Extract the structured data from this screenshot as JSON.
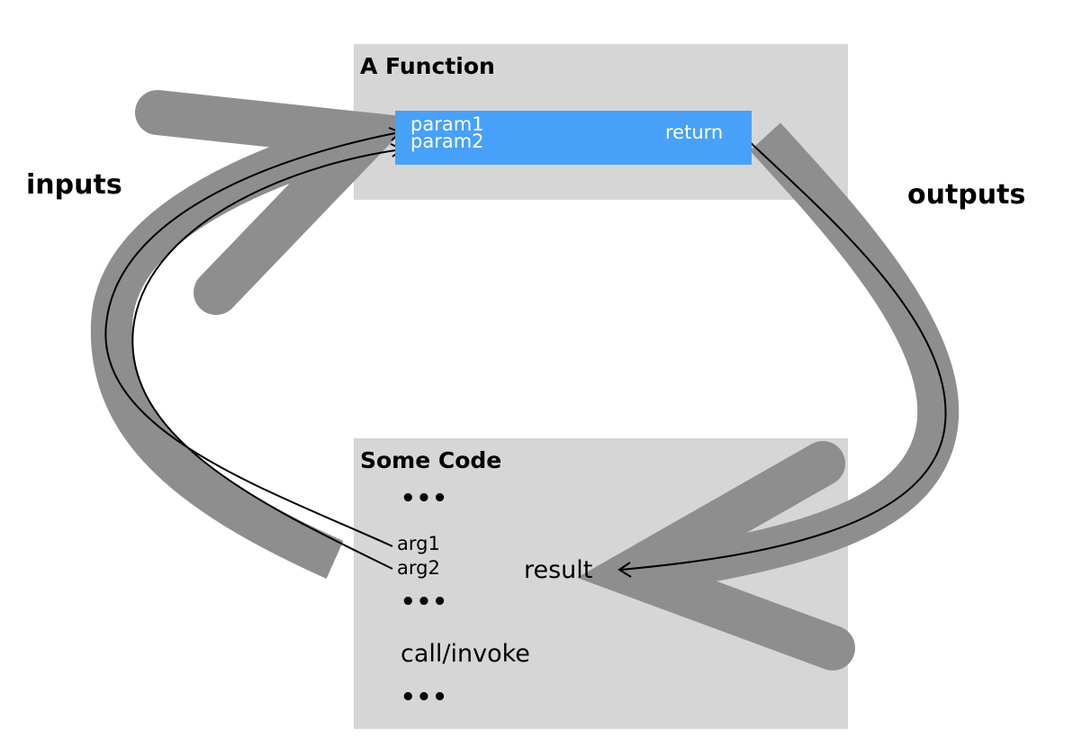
{
  "function_box": {
    "title": "A Function",
    "params": [
      "param1",
      "param2"
    ],
    "return_label": "return"
  },
  "code_box": {
    "title": "Some Code",
    "lines": {
      "ellipsis_1": "•••",
      "arg1": "arg1",
      "arg2": "arg2",
      "result": "result",
      "ellipsis_2": "•••",
      "call": "call/invoke",
      "ellipsis_3": "•••"
    }
  },
  "labels": {
    "inputs": "inputs",
    "outputs": "outputs"
  },
  "colors": {
    "box_fill": "#d6d6d6",
    "signature_fill": "#47a1f9",
    "big_arrow": "#8e8e8e",
    "thin_arrow": "#000000"
  }
}
